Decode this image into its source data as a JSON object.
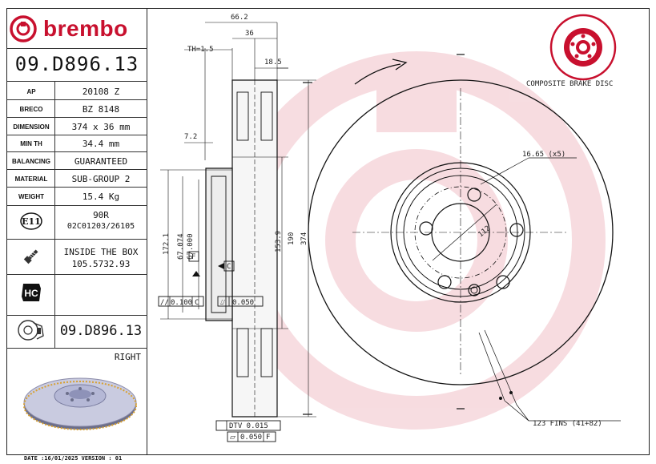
{
  "brand": {
    "name": "brembo",
    "accent": "#c8102e"
  },
  "part_number": "09.D896.13",
  "specs": [
    {
      "label": "AP",
      "value": "20108 Z"
    },
    {
      "label": "BRECO",
      "value": "BZ 8148"
    },
    {
      "label": "DIMENSION",
      "value": "374 x 36 mm"
    },
    {
      "label": "MIN TH",
      "value": "34.4 mm"
    },
    {
      "label": "BALANCING",
      "value": "GUARANTEED"
    },
    {
      "label": "MATERIAL",
      "value": "SUB-GROUP 2"
    },
    {
      "label": "WEIGHT",
      "value": "15.4 Kg"
    }
  ],
  "approval": {
    "icon": "e11-approval-icon",
    "badge": "E11",
    "line1": "90R",
    "line2": "02C01203/26105"
  },
  "inside_box": {
    "icon": "screw-icon",
    "line1": "INSIDE THE BOX",
    "line2": "105.5732.93"
  },
  "hc": {
    "icon": "hc-icon",
    "badge": "HC"
  },
  "disc_code": {
    "icon": "brake-disc-icon",
    "value": "09.D896.13"
  },
  "side": "RIGHT",
  "footer": "DATE :16/01/2025 VERSION : 01",
  "product_label": "COMPOSITE BRAKE DISC",
  "dimensions": {
    "d66_2": "66.2",
    "d36": "36",
    "th": "TH=1.5",
    "d18_5": "18.5",
    "d7_2": "7.2",
    "d172_1": "172.1",
    "d67_074": "67.074",
    "d67_000": "67.000",
    "d153_9": "153.9",
    "d190": "190",
    "d374": "374",
    "holes": "16.65 (x5)",
    "pcd": "112",
    "fins": "123 FINS (41+82)",
    "datum_f": "F",
    "datum_c": "C",
    "tol_left_sym": "//",
    "tol_left_val": "0.100",
    "tol_left_ref": "C",
    "tol_mid_sym": "⌰",
    "tol_mid_val": "0.050",
    "dtv": "DTV 0.015",
    "flat_sym": "⏥",
    "flat_val": "0.050",
    "flat_ref": "F"
  }
}
